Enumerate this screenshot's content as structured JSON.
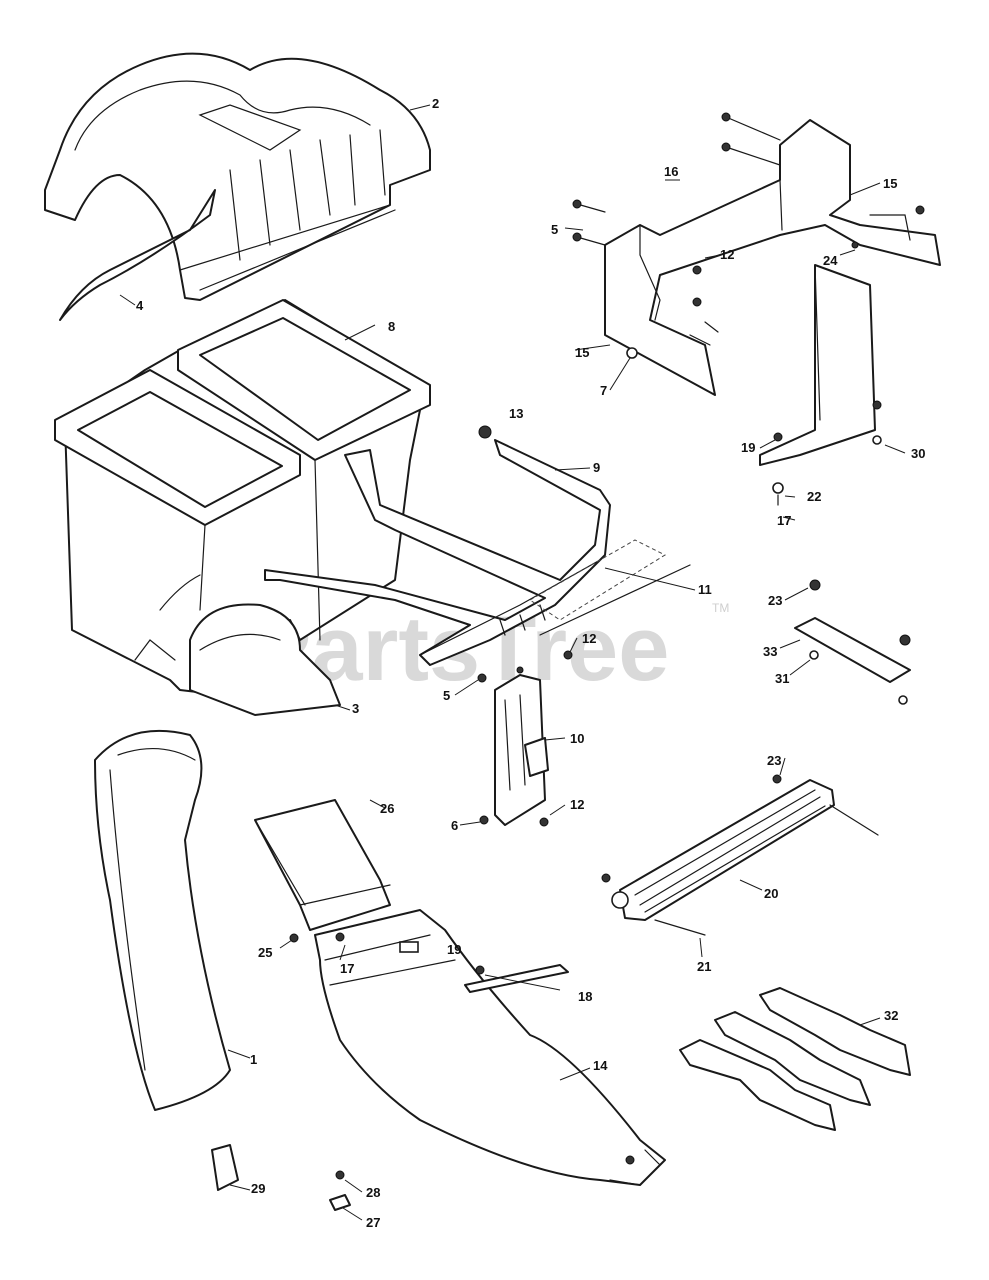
{
  "watermark": {
    "text": "PartsTree",
    "trademark": "TM"
  },
  "callouts": {
    "c1": "1",
    "c2": "2",
    "c3": "3",
    "c4": "4",
    "c5a": "5",
    "c5b": "5",
    "c6": "6",
    "c7": "7",
    "c8": "8",
    "c9": "9",
    "c10": "10",
    "c11": "11",
    "c12a": "12",
    "c12b": "12",
    "c12c": "12",
    "c13": "13",
    "c14": "14",
    "c15a": "15",
    "c15b": "15",
    "c16": "16",
    "c17a": "17",
    "c17b": "17",
    "c18": "18",
    "c19a": "19",
    "c19b": "19",
    "c20": "20",
    "c21": "21",
    "c22": "22",
    "c23a": "23",
    "c23b": "23",
    "c24": "24",
    "c25": "25",
    "c26": "26",
    "c27": "27",
    "c28": "28",
    "c29": "29",
    "c30": "30",
    "c31": "31",
    "c32": "32",
    "c33": "33"
  }
}
